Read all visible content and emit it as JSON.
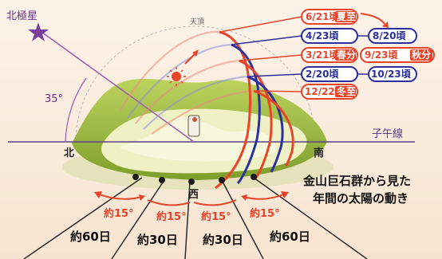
{
  "title_line1": "金山巨石群から見た",
  "title_line2": "年間の太陽の動き",
  "polaris": "北極星",
  "zenith": "天頂",
  "meridian": "子午線",
  "north": "北",
  "south": "南",
  "west": "西",
  "angle": "35°",
  "dates": {
    "jun21": "6/21頃",
    "summer": "夏至",
    "apr23": "4/23頃",
    "aug20": "8/20頃",
    "mar21": "3/21頃",
    "spring": "春分",
    "sep23": "9/23頃",
    "autumn": "秋分",
    "feb20": "2/20頃",
    "oct23": "10/23頃",
    "dec22": "12/22頃",
    "winter": "冬至"
  },
  "spacing": [
    "約15°",
    "約15°",
    "約15°",
    "約15°"
  ],
  "days": [
    "約60日",
    "約30日",
    "約30日",
    "約60日"
  ],
  "colors": {
    "red": "#e8442a",
    "blue": "#2c2f9e",
    "violet": "#9b5bb4",
    "sky": "#fbeee2",
    "hill": "#a7c448",
    "field": "#f1f2c6"
  }
}
